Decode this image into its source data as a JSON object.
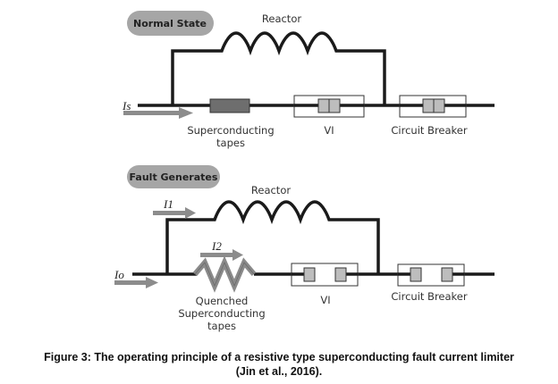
{
  "top_panel": {
    "state_label": "Normal State",
    "reactor_label": "Reactor",
    "current_label": "Is",
    "tape_label_line1": "Superconducting",
    "tape_label_line2": "tapes",
    "vi_label": "VI",
    "breaker_label": "Circuit Breaker"
  },
  "bottom_panel": {
    "state_label": "Fault Generates",
    "reactor_label": "Reactor",
    "current_in_label": "Io",
    "current_1_label": "I1",
    "current_2_label": "I2",
    "tape_label_line1": "Quenched",
    "tape_label_line2": "Superconducting",
    "tape_label_line3": "tapes",
    "vi_label": "VI",
    "breaker_label": "Circuit Breaker"
  },
  "caption": {
    "line1": "Figure 3: The operating principle of a resistive type superconducting fault current limiter",
    "line2": "(Jin et al., 2016)."
  },
  "colors": {
    "wire": "#1a1a1a",
    "pill": "#a6a6a6",
    "tape": "#6e6e6e",
    "contact": "#bdbdbd",
    "arrow": "#8c8c8c",
    "resistor": "#8a8a8a"
  }
}
